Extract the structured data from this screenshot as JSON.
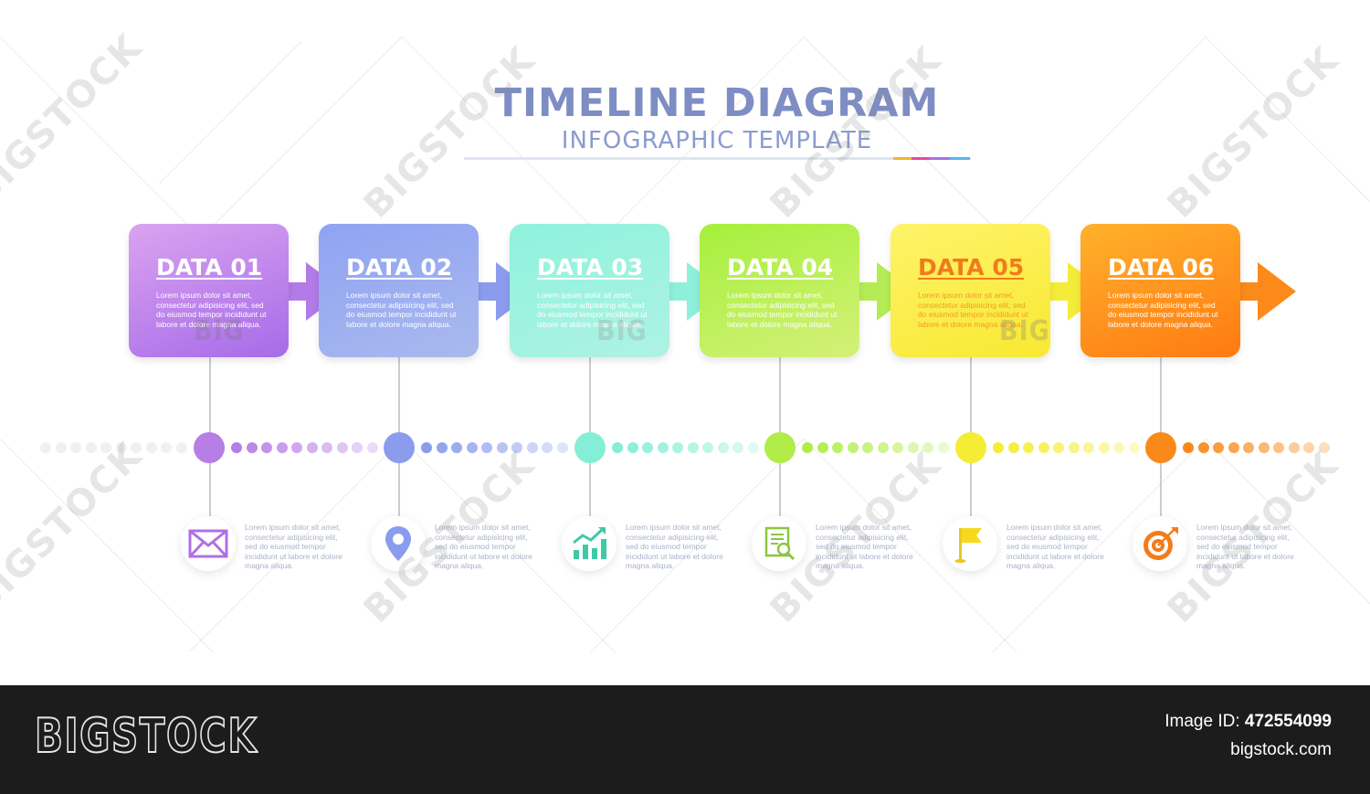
{
  "title": "TIMELINE DIAGRAM",
  "subtitle": "INFOGRAPHIC TEMPLATE",
  "steps": [
    {
      "label": "DATA 01",
      "text": "Lorem ipsum dolor sit amet, consectetur adipisicing elit, sed do eiusmod tempor incididunt ut labore et dolore magna aliqua.",
      "icon": "envelope-icon",
      "note": "Lorem ipsum dolor sit amet, consectetur adipisicing elit, sed do eiusmod tempor incididunt ut labore et dolore magna aliqua.",
      "color_top": "#dba3f0",
      "color_bottom": "#a66be8",
      "accent": "#b77ee6"
    },
    {
      "label": "DATA 02",
      "text": "Lorem ipsum dolor sit amet, consectetur adipisicing elit, sed do eiusmod tempor incididunt ut labore et dolore magna aliqua.",
      "icon": "map-pin-icon",
      "note": "Lorem ipsum dolor sit amet, consectetur adipisicing elit, sed do eiusmod tempor incididunt ut labore et dolore magna aliqua.",
      "color_top": "#8fa3f2",
      "color_bottom": "#a9b9ee",
      "accent": "#8b9cec"
    },
    {
      "label": "DATA 03",
      "text": "Lorem ipsum dolor sit amet, consectetur adipisicing elit, sed do eiusmod tempor incididunt ut labore et dolore magna aliqua.",
      "icon": "growth-chart-icon",
      "note": "Lorem ipsum dolor sit amet, consectetur adipisicing elit, sed do eiusmod tempor incididunt ut labore et dolore magna aliqua.",
      "color_top": "#8ef2dc",
      "color_bottom": "#aef2e4",
      "accent": "#85eed6"
    },
    {
      "label": "DATA 04",
      "text": "Lorem ipsum dolor sit amet, consectetur adipisicing elit, sed do eiusmod tempor incididunt ut labore et dolore magna aliqua.",
      "icon": "document-search-icon",
      "note": "Lorem ipsum dolor sit amet, consectetur adipisicing elit, sed do eiusmod tempor incididunt ut labore et dolore magna aliqua.",
      "color_top": "#a5f03c",
      "color_bottom": "#d4f078",
      "accent": "#b1ec49"
    },
    {
      "label": "DATA 05",
      "text": "Lorem ipsum dolor sit amet, consectetur adipisicing elit, sed do eiusmod tempor incididunt ut labore et dolore magna aliqua.",
      "icon": "flag-icon",
      "note": "Lorem ipsum dolor sit amet, consectetur adipisicing elit, sed do eiusmod tempor incididunt ut labore et dolore magna aliqua.",
      "color_top": "#fff36a",
      "color_bottom": "#f7e931",
      "accent": "#f5ec36",
      "title_color": "#f07b1c"
    },
    {
      "label": "DATA 06",
      "text": "Lorem ipsum dolor sit amet, consectetur adipisicing elit, sed do eiusmod tempor incididunt ut labore et dolore magna aliqua.",
      "icon": "target-icon",
      "note": "Lorem ipsum dolor sit amet, consectetur adipisicing elit, sed do eiusmod tempor incididunt ut labore et dolore magna aliqua.",
      "color_top": "#ffb12c",
      "color_bottom": "#ff7a12",
      "accent": "#f98a1a"
    }
  ],
  "watermark": {
    "text": "BIGSTOCK",
    "short": "BIG"
  },
  "footer": {
    "logo": "BIGSTOCK",
    "image_id_label": "Image ID:",
    "image_id": "472554099",
    "site": "bigstock.com"
  },
  "colors": {
    "title": "#7e8ec4",
    "footer_bg": "#1c1c1c"
  }
}
